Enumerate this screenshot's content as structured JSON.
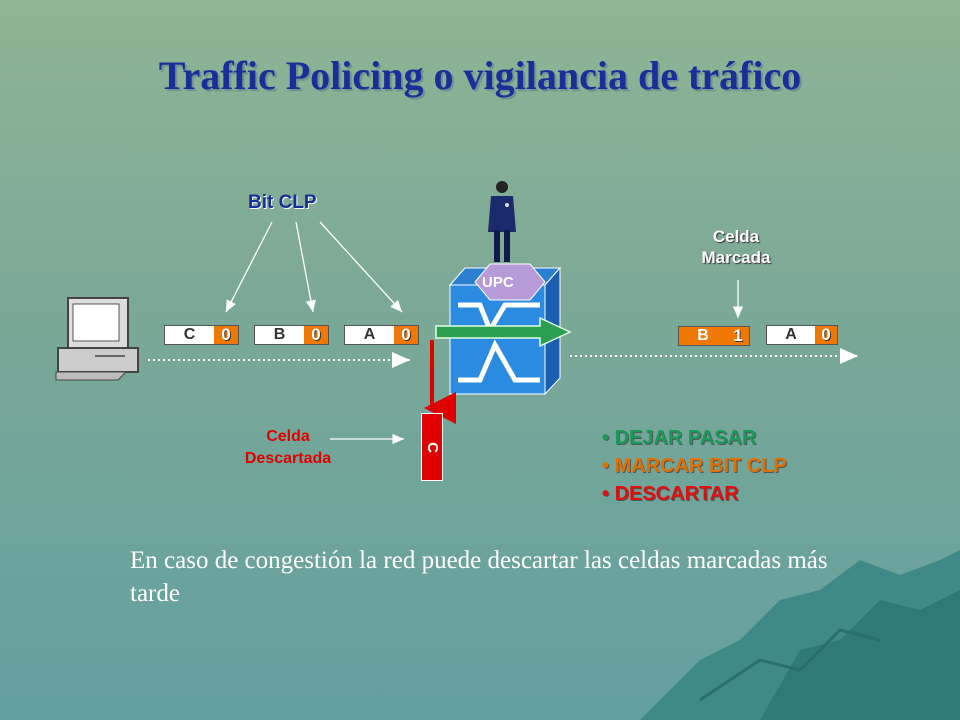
{
  "title": "Traffic Policing o vigilancia de tráfico",
  "bit_clp_label": "Bit CLP",
  "upc_label": "UPC",
  "marked_label": [
    "Celda",
    "Marcada"
  ],
  "discarded_label": [
    "Celda",
    "Descartada"
  ],
  "incoming_cells": [
    {
      "letter": "C",
      "bit": "0"
    },
    {
      "letter": "B",
      "bit": "0"
    },
    {
      "letter": "A",
      "bit": "0"
    }
  ],
  "outgoing_cells": [
    {
      "letter": "B",
      "bit": "1"
    },
    {
      "letter": "A",
      "bit": "0"
    }
  ],
  "dropped_cell": "C",
  "actions": [
    {
      "text": "DEJAR PASAR",
      "color": "#1a9a5a"
    },
    {
      "text": "MARCAR BIT CLP",
      "color": "#e07000"
    },
    {
      "text": "DESCARTAR",
      "color": "#e01010"
    }
  ],
  "footer": "En caso de congestión la red puede descartar las celdas marcadas más tarde"
}
